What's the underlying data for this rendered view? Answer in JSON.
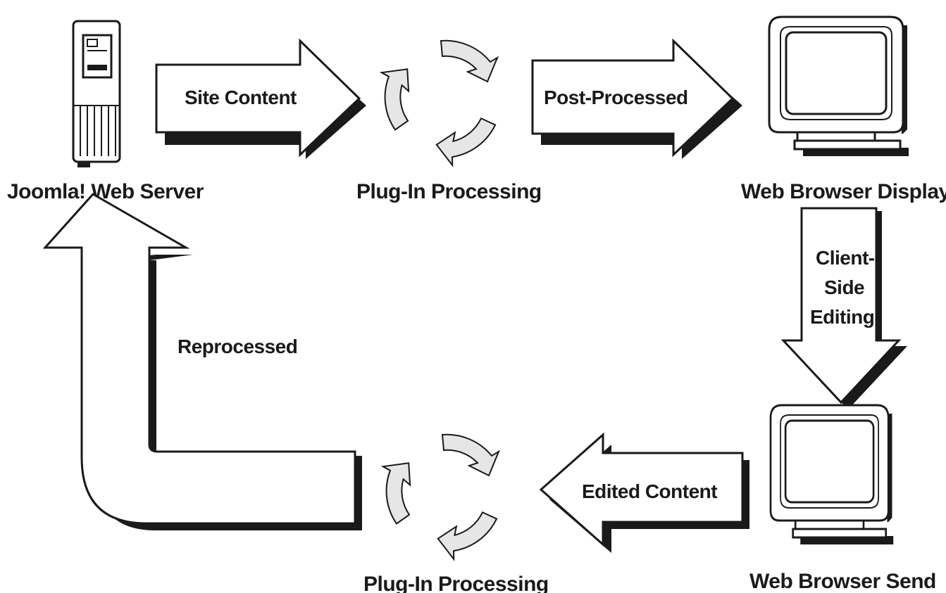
{
  "nodes": {
    "server": "Joomla! Web Server",
    "plugin_top": "Plug-In Processing",
    "browser_display": "Web Browser Display",
    "browser_send": "Web Browser Send",
    "plugin_bottom": "Plug-In Processing"
  },
  "arrows": {
    "site_content": "Site Content",
    "post_processed": "Post-Processed",
    "client_side_editing": [
      "Client-",
      "Side",
      "Editing"
    ],
    "edited_content": "Edited Content",
    "reprocessed": "Reprocessed"
  },
  "icons": {
    "server": "server-tower-icon",
    "plugin": "cycle-arrows-icon",
    "browser": "crt-monitor-icon"
  }
}
